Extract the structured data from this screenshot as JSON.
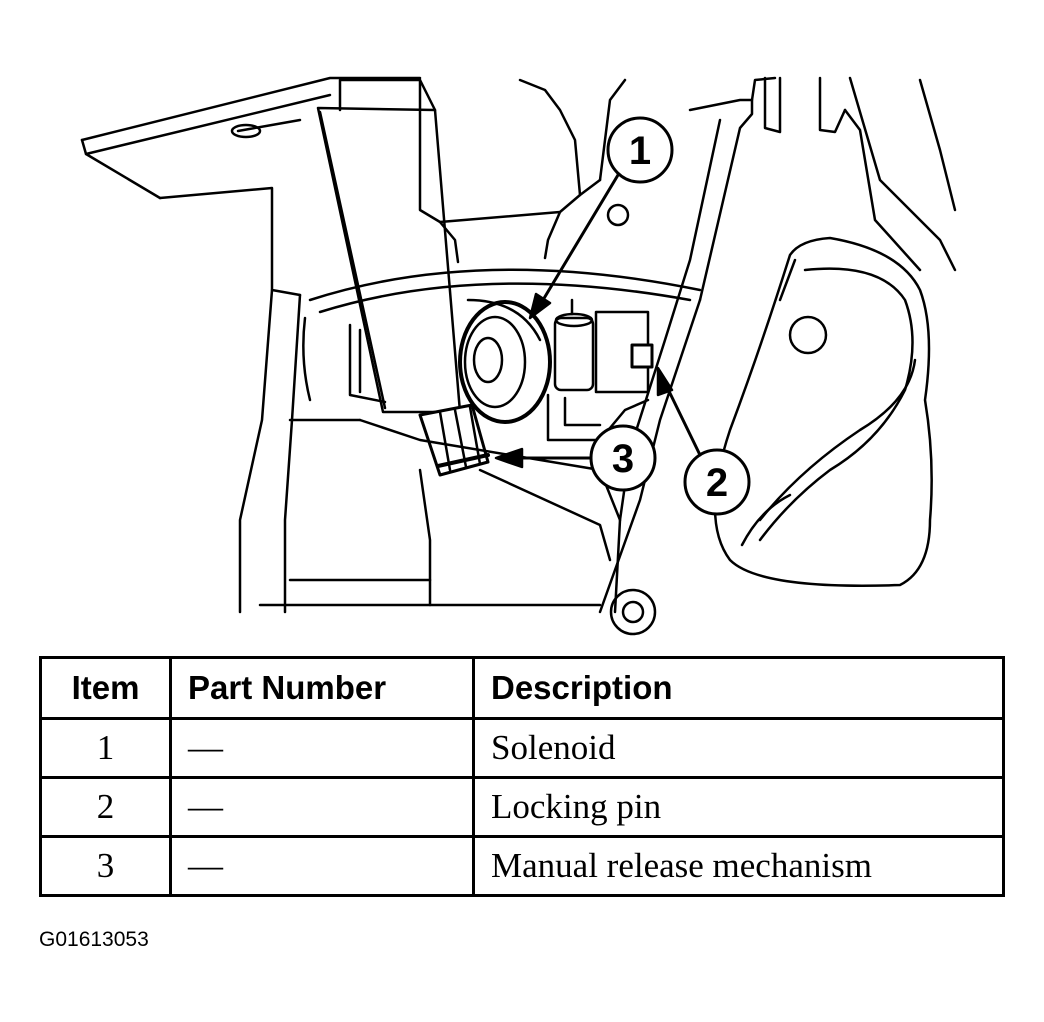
{
  "callouts": [
    "1",
    "2",
    "3"
  ],
  "table": {
    "headers": {
      "item": "Item",
      "part_number": "Part Number",
      "description": "Description"
    },
    "rows": [
      {
        "item": "1",
        "part_number": "—",
        "description": "Solenoid"
      },
      {
        "item": "2",
        "part_number": "—",
        "description": "Locking pin"
      },
      {
        "item": "3",
        "part_number": "—",
        "description": "Manual release mechanism"
      }
    ]
  },
  "figure_id": "G01613053"
}
